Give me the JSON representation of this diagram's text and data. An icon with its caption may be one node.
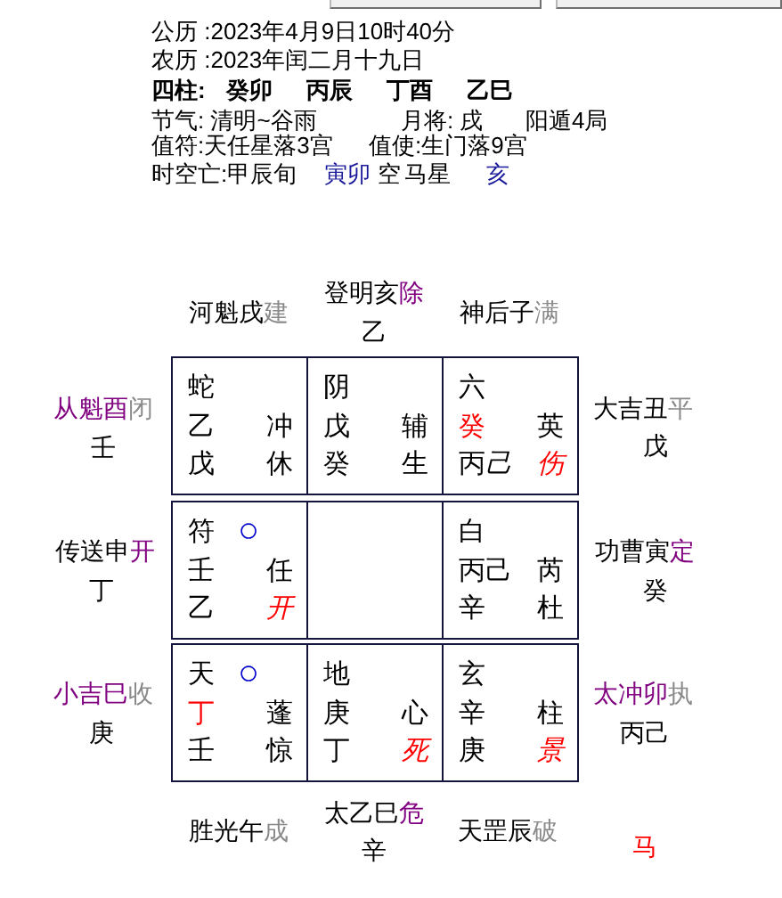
{
  "diagram": {
    "nodes": [
      {
        "text": [
          "蛇",
          "乙",
          "冲",
          "戊",
          "休"
        ]
      },
      {
        "text": [
          "阴",
          "戊",
          "辅",
          "癸",
          "生"
        ]
      },
      {
        "text": [
          "六",
          "癸",
          "英",
          "丙",
          "己",
          "伤"
        ]
      },
      {
        "text": [
          "符",
          "○",
          "壬",
          "任",
          "乙",
          "开"
        ]
      },
      {
        "text": [],
        "shape": "box"
      },
      {
        "text": [
          "白",
          "丙己",
          "芮",
          "辛",
          "杜"
        ]
      },
      {
        "text": [
          "天",
          "○",
          "丁",
          "蓬",
          "壬",
          "惊"
        ]
      },
      {
        "text": [
          "地",
          "庚",
          "心",
          "丁",
          "死"
        ]
      },
      {
        "text": [
          "玄",
          "辛",
          "柱",
          "庚",
          "景"
        ]
      }
    ],
    "labels": [
      "公历 :2023年4月9日10时40分",
      "农历 :2023年闰二月十九日",
      "四柱:",
      "癸卯",
      "丙辰",
      "丁酉",
      "乙巳",
      "节气: 清明~谷雨",
      "月将: 戌",
      "阳遁4局",
      "值符:天任星落3宫",
      "值使:生门落9宫",
      "时空亡:甲辰旬",
      "寅卯",
      "空",
      "马星",
      "亥",
      "登明亥",
      "除",
      "河魁戌",
      "建",
      "神后子",
      "满",
      "乙",
      "从魁酉",
      "闭",
      "大吉丑",
      "平",
      "壬",
      "戊",
      "传送申",
      "开",
      "功曹寅",
      "定",
      "丁",
      "癸",
      "小吉巳",
      "收",
      "太冲卯",
      "执",
      "庚",
      "丙己",
      "太乙巳",
      "危",
      "胜光午",
      "成",
      "天罡辰",
      "破",
      "辛",
      "马"
    ]
  }
}
